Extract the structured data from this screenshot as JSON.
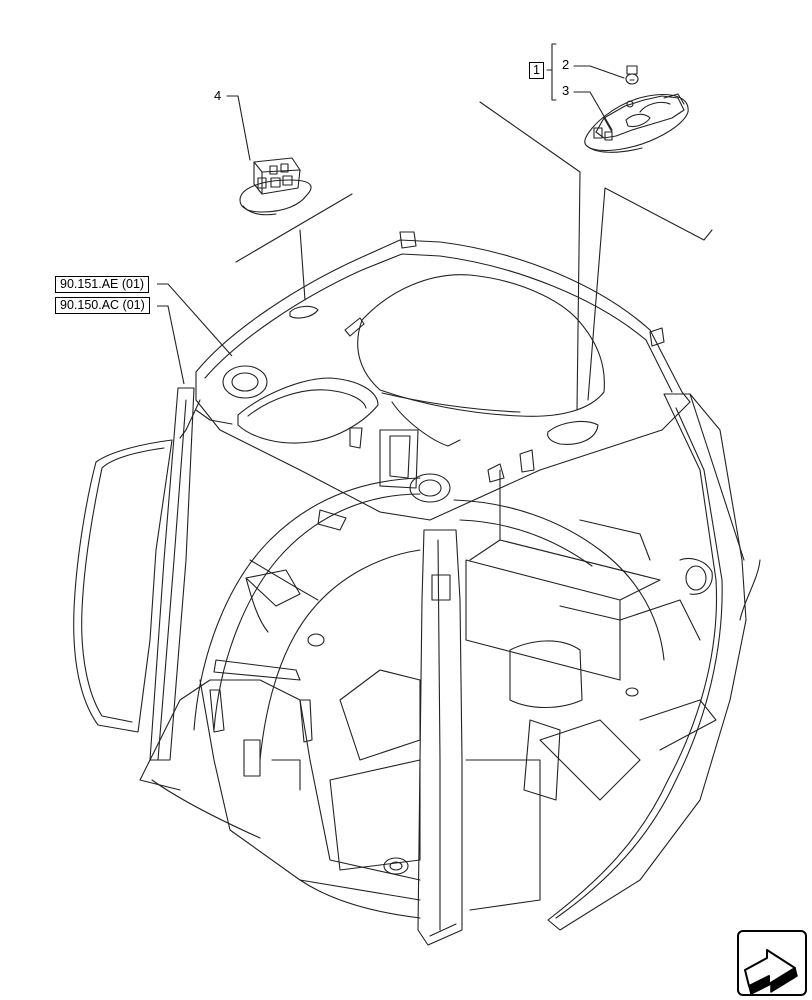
{
  "references": {
    "ref1": "90.151.AE (01)",
    "ref2": "90.150.AC (01)"
  },
  "callouts": {
    "item1": "1",
    "item2": "2",
    "item3": "3",
    "item4": "4"
  },
  "icons": {
    "next_page": "next-page-arrow-icon"
  }
}
